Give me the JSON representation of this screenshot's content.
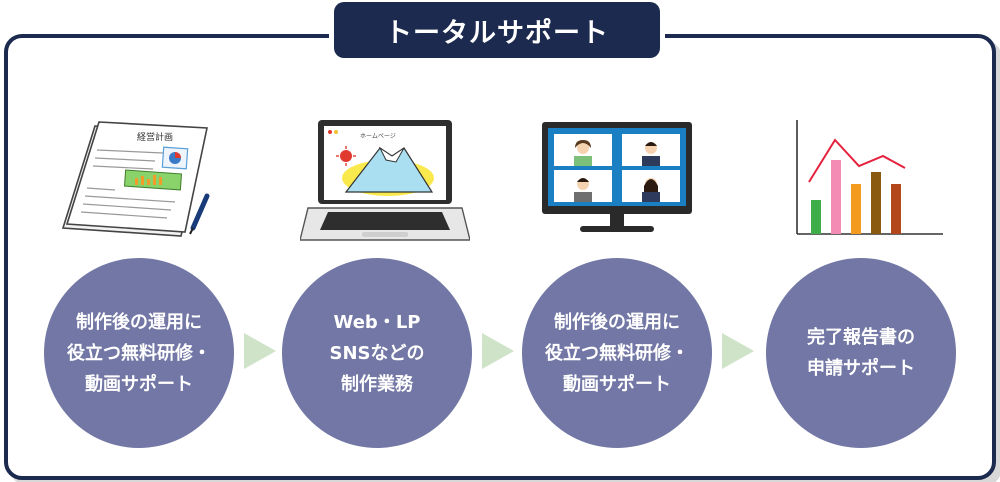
{
  "header": {
    "title": "トータルサポート"
  },
  "steps": [
    {
      "lines": [
        "制作後の運用に",
        "役立つ無料研修・",
        "動画サポート"
      ],
      "icon": "business-plan-document-icon"
    },
    {
      "lines": [
        "Web・LP",
        "SNSなどの",
        "制作業務"
      ],
      "icon": "laptop-website-icon"
    },
    {
      "lines": [
        "制作後の運用に",
        "役立つ無料研修・",
        "動画サポート"
      ],
      "icon": "video-conference-monitor-icon"
    },
    {
      "lines": [
        "完了報告書の",
        "申請サポート"
      ],
      "icon": "bar-chart-report-icon"
    }
  ],
  "illustration_text": {
    "document_heading": "経営計画",
    "browser_caption": "ホームページ"
  },
  "colors": {
    "navy": "#1b2a4e",
    "circle": "#7277a5",
    "arrow": "#cfe3c9"
  }
}
